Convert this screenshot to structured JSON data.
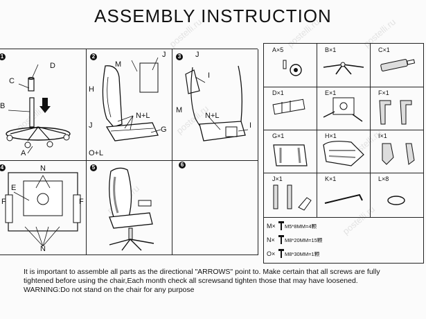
{
  "title": "ASSEMBLY INSTRUCTION",
  "watermark": "postelli.ru",
  "steps": [
    {
      "num": "1",
      "labels": [
        "A",
        "B",
        "C",
        "D"
      ]
    },
    {
      "num": "2",
      "labels": [
        "M",
        "J",
        "H",
        "N+L",
        "J",
        "G",
        "O+L"
      ]
    },
    {
      "num": "3",
      "labels": [
        "J",
        "I",
        "M",
        "N+L",
        "I"
      ]
    },
    {
      "num": "4",
      "labels": [
        "E",
        "N",
        "F",
        "F",
        "N"
      ]
    },
    {
      "num": "5",
      "labels": []
    },
    {
      "num": "6",
      "labels": []
    }
  ],
  "parts": [
    {
      "label": "A×5",
      "icon": "caster-wheel-icon"
    },
    {
      "label": "B×1",
      "icon": "star-base-icon"
    },
    {
      "label": "C×1",
      "icon": "gas-cylinder-icon"
    },
    {
      "label": "D×1",
      "icon": "cylinder-cover-icon"
    },
    {
      "label": "E×1",
      "icon": "tilt-mechanism-icon"
    },
    {
      "label": "F×1",
      "icon": "armrest-icon"
    },
    {
      "label": "G×1",
      "icon": "seat-cushion-icon"
    },
    {
      "label": "H×1",
      "icon": "backrest-icon"
    },
    {
      "label": "I×1",
      "icon": "side-cover-icon"
    },
    {
      "label": "J×1",
      "icon": "hinge-bracket-icon"
    },
    {
      "label": "K×1",
      "icon": "allen-key-icon"
    },
    {
      "label": "L×8",
      "icon": "washer-icon"
    }
  ],
  "screws": [
    {
      "label": "M×",
      "size": "M5*8MM=4颗"
    },
    {
      "label": "N×",
      "size": "M8*20MM=15颗"
    },
    {
      "label": "O×",
      "size": "M8*30MM=1颗"
    }
  ],
  "notes": [
    "It is important to assemble all parts as the directional \"ARROWS\" point to. Make certain that all screws are fully",
    "tightened  before using the chair,Each month check all screwsand tighten those that may have loosened.",
    "WARNING:Do not stand on the chair for any purpose"
  ]
}
